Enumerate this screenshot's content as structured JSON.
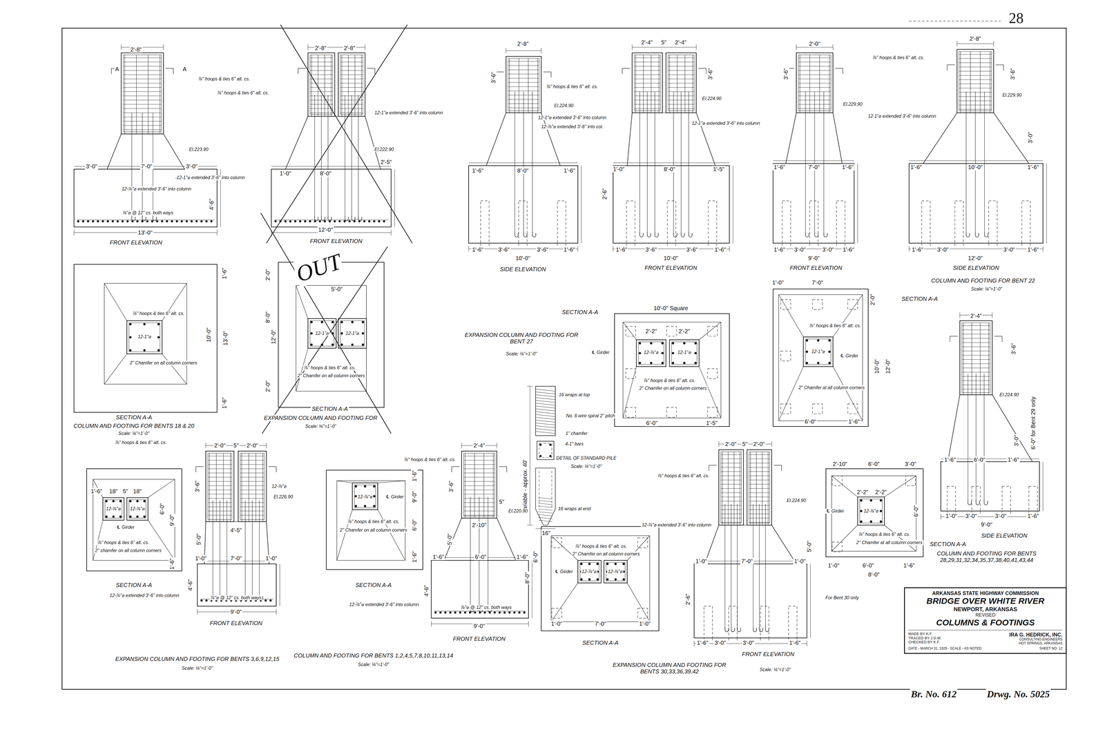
{
  "diagram": {
    "nodes": [
      {
        "text": [
          "ARKANSAS STATE HIGHWAY COMMISSION",
          "BRIDGE OVER WHITE RIVER",
          "NEWPORT, ARKANSAS",
          "REVISED",
          "COLUMNS & FOOTINGS",
          "MADE BY K.F.",
          "TRACED BY J.G.M.",
          "CHECKED BY K.F.",
          "IRA G. HEDRICK, INC.",
          "CONSULTING ENGINEERS",
          "HOT SPRINGS, ARKANSAS",
          "DATE - MARCH 31, 1929 - SCALE - AS NOTED",
          "SHEET NO. 12"
        ]
      }
    ],
    "labels": [
      "28",
      "2'-8\"",
      "A",
      "A",
      "⅞\" hoops & ties 6\" alt. cs.",
      "El.223.90",
      "-12-1\"⌀ extended 3'-6\" into column",
      "12-⅞\"⌀ extended 3'-6\" into column",
      "3'-0\"",
      "7'-0\"",
      "3'-0\"",
      "4'-6\"",
      "⅞\"⌀ @ 12\" cs. both ways",
      "13'-0\"",
      "FRONT ELEVATION",
      "⅞\" hoops & ties 6\" alt. cs.",
      "12-1\"⌀",
      "2\" Chamfer on all column corners",
      "1'-6\"",
      "10'-0\"",
      "13'-0\"",
      "1'-6\"",
      "SECTION A-A",
      "COLUMN AND FOOTING FOR BENTS 18 & 20",
      "Scale: ⅛\"=1'-0\"",
      "2'-8\"",
      "2'-8\"",
      "⅞\" hoops & ties 6\" alt. cs.",
      "El.222.90",
      "12-1\"⌀ extended 3'-6\" into column",
      "1'-0\"",
      "8'-0\"",
      "2'-5\"",
      "12'-0\"",
      "FRONT ELEVATION",
      "OUT",
      "2'-0\"",
      "8'-0\"",
      "12'-0\"",
      "2'-0\"",
      "5'-0\"",
      "12-1\"⌀",
      "12-1\"⌀",
      "⅞\" hoops & ties 6\" alt. cs.",
      "2\" Chamfer on all column corners",
      "SECTION A-A",
      "EXPANSION COLUMN AND FOOTING FOR",
      "Scale: ⅛\"=1'-0\"",
      "2'-8\"",
      "3'-6\"",
      "⅞\" hoops & ties 6\" alt. cs.",
      "El.224.90",
      "12-1\"⌀ extended 3'-6\" into column",
      "12-⅞\"⌀ extended 3'-6\" into col.",
      "1'-6\"",
      "8'-0\"",
      "1'-6\"",
      "1'-6\"",
      "3'-6\"",
      "3'-6\"",
      "1'-6\"",
      "10'-0\"",
      "SIDE ELEVATION",
      "2'-4\"",
      "5\"",
      "2'-4\"",
      "3'-6\"",
      "El.224.90",
      "12-1\"⌀ extended 3'-6\" into column",
      "1'-0\"",
      "8'-0\"",
      "1'-5\"",
      "2'-6\"",
      "1'-6\"",
      "3'-6\"",
      "3'-6\"",
      "1'-6\"",
      "10'-0\"",
      "FRONT ELEVATION",
      "2'-0\"",
      "3'-6\"",
      "El.229.90",
      "1'-6\"",
      "7'-0\"",
      "1'-6\"",
      "1'-6\"",
      "3'-0\"",
      "3'-0\"",
      "1'-6\"",
      "9'-0\"",
      "FRONT ELEVATION",
      "2'-8\"",
      "⅞\" hoops & ties 6\" alt. cs.",
      "3'-6\"",
      "El.229.90",
      "12 1\"⌀ extended 3'-6\" into column",
      "3'-0\"",
      "1'-6\"",
      "10'-0\"",
      "1'-6\"",
      "1'-6\"",
      "3'-0\"",
      "3'-0\"",
      "1'-6\"",
      "12'-0\"",
      "SIDE ELEVATION",
      "COLUMN AND FOOTING FOR BENT 22",
      "Scale: ⅛\"=1'-0\"",
      "EXPANSION COLUMN AND FOOTING FOR BENT 27",
      "Scale: ⅛\"=1'-0\"",
      "SECTION A-A",
      "10'-0\" Square",
      "2'-2\"",
      "2'-2\"",
      "℄ Girder",
      "12-⅞\"⌀",
      "12-1\"⌀",
      "⅞\" hoops & ties 6\" alt. cs.",
      "2\" Chamfer on all column corners",
      "6'-0\"",
      "1'-5\"",
      "16 wraps at top",
      "No. 6 wire spiral 2\" pitch",
      "1\" chamfer",
      "4-1\" bars",
      "DETAIL OF STANDARD PILE",
      "Scale: ⅛\"=1'-0\"",
      "Variable - approx. 40'",
      "16 wraps at end",
      "16\"",
      "1'-0\"",
      "7'-0\"",
      "2'-0\"",
      "SECTION A-A",
      "12-1\"⌀",
      "⅞\" hoops & ties 6\" alt. cs.",
      "℄ Girder",
      "2\" Chamfer at all column corners",
      "10'-0\"",
      "12'-0\"",
      "6'-0\"",
      "1'-6\"",
      "2'-4\"",
      "3'-6\"",
      "El.224.90",
      "3'-0\"",
      "6'-0\" for Bent 29 only",
      "1'-6\"",
      "6'-0\"",
      "1'-6\"",
      "1'-0\"",
      "3'-0\"",
      "3'-0\"",
      "1'-6\"",
      "9'-0\"",
      "SIDE ELEVATION",
      "COLUMN AND FOOTING FOR BENTS 28,29,31,32,34,35,37,38,40,41,43,44",
      "2'-10\"",
      "6'-0\"",
      "3'-0\"",
      "2'-2\"",
      "2'-2\"",
      "℄ Girder",
      "12-⅞\"⌀",
      "6'-0\"",
      "⅞\" hoops & ties 6\" alt. cs.",
      "2\" Chamfer at all column corners",
      "SECTION A-A",
      "1'-0\"",
      "6'-0\"",
      "1'-6\"",
      "8'-0\"",
      "⅞\" hoops & ties 6\" alt. cs.",
      "1'-6\"",
      "18\"",
      "5\"",
      "18\"",
      "℄ Girder",
      "12-⅞\"⌀",
      "12-⅞\"⌀",
      "6'-0\"",
      "9'-0\"",
      "1'-6\"",
      "⅞\" hoops & ties 6\" alt. cs.",
      "2\" chamfer on all column corners",
      "SECTION A-A",
      "2'-0\"",
      "5\"",
      "2'-0\"",
      "3'-6\"",
      "12-⅞\"⌀",
      "El.226.90",
      "4'-5\"",
      "5'-0\"",
      "1'-0\"",
      "7'-0\"",
      "1'-0\"",
      "4'-6\"",
      "12-⅞\"⌀ extended 3'-6\" into column",
      "⅞\"⌀ @ 12\" cs. both ways",
      "9'-0\"",
      "FRONT ELEVATION",
      "EXPANSION COLUMN AND FOOTING FOR BENTS 3,6,9,12,15",
      "Scale: ⅛\"=1'-0\"",
      "12-⅞\"⌀",
      "℄ Girder",
      "1'-6\"",
      "9'-0\"",
      "6'-0\"",
      "1'-6\"",
      "⅞\" hoops & ties 6\" alt. cs.",
      "2\" Chamfer on all column corners",
      "SECTION A-A",
      "2'-4\"",
      "⅞\" hoops & ties 6\" alt. cs.",
      "3'-6\"",
      "5\"",
      "El.220.90",
      "2'-10\"",
      "5'-0\"",
      "1'-6\"",
      "6'-0\"",
      "1'-6\"",
      "4'-6\"",
      "12-⅞\"⌀ extended 3'-6\" into column",
      "⅞\"⌀ @ 12\" cs. both ways",
      "9'-0\"",
      "FRONT ELEVATION",
      "COLUMN AND FOOTING FOR BENTS 1,2,4,5,7,8,10,11,13,14",
      "Scale: ⅛\"=1'-0\"",
      "6'-0\"",
      "8'-0\"",
      "⅞\" hoops & ties 6\" alt. cs.",
      "2\" Chamfer on all column corners",
      "℄ Girder",
      "12-⅞\"⌀",
      "12-⅞\"⌀",
      "1'-0\"",
      "7'-0\"",
      "1'-0\"",
      "SECTION A-A",
      "2'-0\"",
      "5\"",
      "2'-0\"",
      "⅞\" hoops & ties 6\" alt. cs.",
      "12-⅞\"⌀ extended 3'-6\" into column",
      "El.224.90",
      "5'-0\"",
      "1'-0\"",
      "7'-0\"",
      "1'-0\"",
      "2'-6\"",
      "For Bent 30 only",
      "1'-6\"",
      "3'-0\"",
      "3'-0\"",
      "1'-6\"",
      "FRONT ELEVATION",
      "EXPANSION COLUMN AND FOOTING FOR BENTS 30,33,36,39,42",
      "Scale: ⅛\"=1'-0\"",
      "Br. No. 612",
      "Drwg. No. 5025"
    ]
  }
}
